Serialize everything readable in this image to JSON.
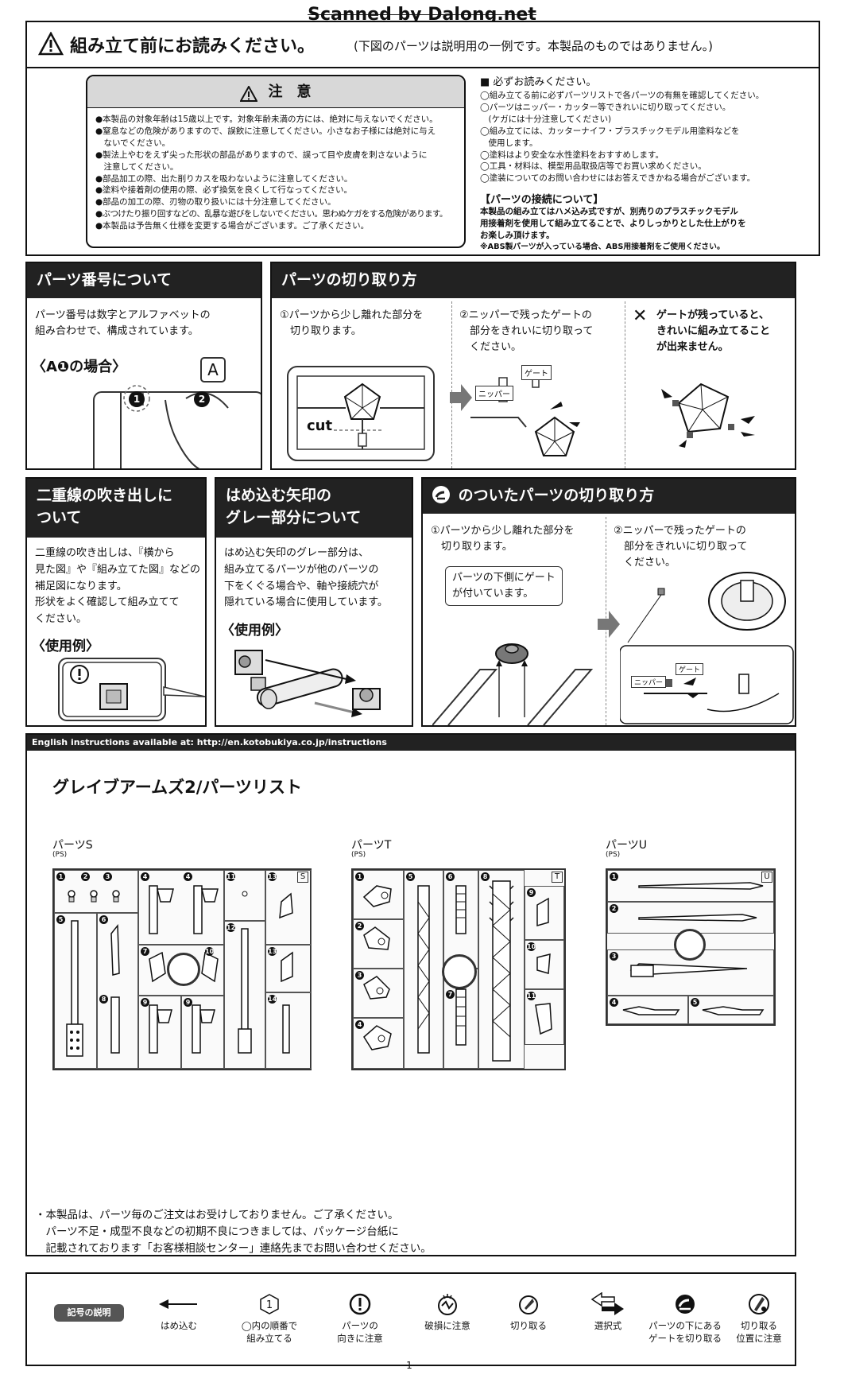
{
  "watermark": "Scanned by Dalong.net",
  "top": {
    "title": "組み立て前にお読みください。",
    "title_note": "(下図のパーツは説明用の一例です。本製品のものではありません。)",
    "caution": {
      "label": "注　意",
      "items": [
        "●本製品の対象年齢は15歳以上です。対象年齢未満の方には、絶対に与えないでください。",
        "●窒息などの危険がありますので、誤飲に注意してください。小さなお子様には絶対に与え",
        "　ないでください。",
        "●製法上やむをえず尖った形状の部品がありますので、誤って目や皮膚を刺さないように",
        "　注意してください。",
        "●部品加工の際、出た削りカスを吸わないように注意してください。",
        "●塗料や接着剤の使用の際、必ず換気を良くして行なってください。",
        "●部品の加工の際、刃物の取り扱いには十分注意してください。",
        "●ぶつけたり振り回すなどの、乱暴な遊びをしないでください。思わぬケガをする危険があります。",
        "●本製品は予告無く仕様を変更する場合がございます。ご了承ください。"
      ]
    },
    "read": {
      "title": "■ 必ずお読みください。",
      "items": [
        "◯組み立てる前に必ずパーツリストで各パーツの有無を確認してください。",
        "◯パーツはニッパー・カッター等できれいに切り取ってください。",
        "　(ケガには十分注意してください)",
        "◯組み立てには、カッターナイフ・プラスチックモデル用塗料などを",
        "　使用します。",
        "◯塗料はより安全な水性塗料をおすすめします。",
        "◯工具・材料は、模型用品取扱店等でお買い求めください。",
        "◯塗装についてのお問い合わせにはお答えできかねる場合がございます。"
      ],
      "connect_title": "【パーツの接続について】",
      "connect_lines": [
        "本製品の組み立てはハメ込み式ですが、別売りのプラスチックモデル",
        "用接着剤を使用して組み立てることで、よりしっかりとした仕上がりを",
        "お楽しみ頂けます。",
        "※ABS製パーツが入っている場合、ABS用接着剤をご使用ください。"
      ]
    }
  },
  "part_number": {
    "title": "パーツ番号について",
    "text": [
      "パーツ番号は数字とアルファベットの",
      "組み合わせで、構成されています。"
    ],
    "example": "〈A❶の場合〉",
    "cut_label": "A"
  },
  "cutting": {
    "title": "パーツの切り取り方",
    "step1": [
      "①パーツから少し離れた部分を",
      "　切り取ります。"
    ],
    "step2": [
      "②ニッパーで残ったゲートの",
      "　部分をきれいに切り取って",
      "　ください。"
    ],
    "ng": [
      "ゲートが残っていると、",
      "きれいに組み立てること",
      "が出来ません。"
    ],
    "cut_word": "cut",
    "nipper": "ニッパー",
    "gate": "ゲート"
  },
  "double_line": {
    "title": [
      "二重線の吹き出しに",
      "ついて"
    ],
    "text": [
      "二重線の吹き出しは、『横から",
      "見た図』や『組み立てた図』などの",
      "補足図になります。",
      "形状をよく確認して組み立てて",
      "ください。"
    ],
    "example": "〈使用例〉"
  },
  "gray_arrow": {
    "title": [
      "はめ込む矢印の",
      "グレー部分について"
    ],
    "text": [
      "はめ込む矢印のグレー部分は、",
      "組み立てるパーツが他のパーツの",
      "下をくぐる場合や、軸や接続穴が",
      "隠れている場合に使用しています。"
    ],
    "example": "〈使用例〉"
  },
  "under_gate": {
    "title": "のついたパーツの切り取り方",
    "step1": [
      "①パーツから少し離れた部分を",
      "　切り取ります。"
    ],
    "note": [
      "パーツの下側にゲート",
      "が付いています。"
    ],
    "step2": [
      "②ニッパーで残ったゲートの",
      "　部分をきれいに切り取って",
      "　ください。"
    ],
    "nipper": "ニッパー",
    "gate": "ゲート"
  },
  "english_bar": "English instructions available at: http://en.kotobukiya.co.jp/instructions",
  "parts_list": {
    "title": "グレイブアームズ2/パーツリスト",
    "sprues": [
      {
        "name": "パーツS",
        "material": "(PS)",
        "letter": "S"
      },
      {
        "name": "パーツT",
        "material": "(PS)",
        "letter": "T"
      },
      {
        "name": "パーツU",
        "material": "(PS)",
        "letter": "U"
      }
    ],
    "notes": [
      "・本製品は、パーツ毎のご注文はお受けしておりません。ご了承ください。",
      "　パーツ不足・成型不良などの初期不良につきましては、パッケージ台紙に",
      "　記載されております「お客様相談センター」連絡先までお問い合わせください。"
    ]
  },
  "legend": {
    "label": "記号の説明",
    "items": [
      {
        "text": [
          "はめ込む"
        ]
      },
      {
        "text": [
          "◯内の順番で",
          "組み立てる"
        ]
      },
      {
        "text": [
          "パーツの",
          "向きに注意"
        ]
      },
      {
        "text": [
          "破損に注意"
        ]
      },
      {
        "text": [
          "切り取る"
        ]
      },
      {
        "text": [
          "選択式"
        ]
      },
      {
        "text": [
          "パーツの下にある",
          "ゲートを切り取る"
        ]
      },
      {
        "text": [
          "切り取る",
          "位置に注意"
        ]
      }
    ]
  },
  "page_number": "1"
}
